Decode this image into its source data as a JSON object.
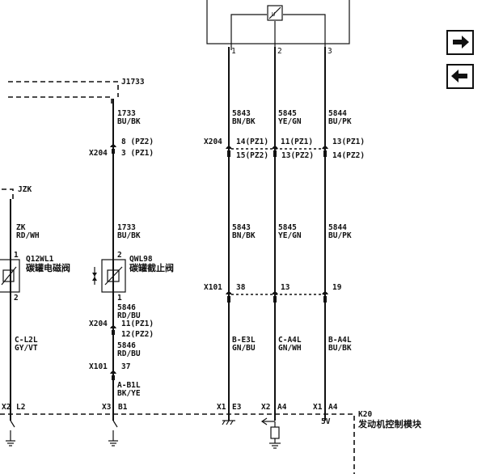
{
  "nav": {
    "forward_icon": "arrow-right-icon",
    "back_icon": "arrow-left-icon"
  },
  "top": {
    "pins": [
      "1",
      "2",
      "3"
    ],
    "wires": [
      {
        "code": "5843",
        "color": "BN/BK"
      },
      {
        "code": "5845",
        "color": "YE/GN"
      },
      {
        "code": "5844",
        "color": "BU/PK"
      }
    ],
    "x204_label": "X204",
    "x204_upper": [
      "14(PZ1)",
      "11(PZ1)",
      "13(PZ1)"
    ],
    "x204_lower": [
      "15(PZ2)",
      "13(PZ2)",
      "14(PZ2)"
    ],
    "mid_wires": [
      {
        "code": "5843",
        "color": "BN/BK"
      },
      {
        "code": "5845",
        "color": "YE/GN"
      },
      {
        "code": "5844",
        "color": "BU/PK"
      }
    ],
    "x101_label": "X101",
    "x101_pins": [
      "38",
      "13",
      "19"
    ],
    "lower_wires": [
      {
        "code": "B-E3L",
        "color": "GN/BU"
      },
      {
        "code": "C-A4L",
        "color": "GN/WH"
      },
      {
        "code": "B-A4L",
        "color": "BU/BK"
      }
    ],
    "bottom_conns": [
      {
        "conn": "X1",
        "pin": "E3"
      },
      {
        "conn": "X2",
        "pin": "A4"
      },
      {
        "conn": "X1",
        "pin": "A4"
      }
    ],
    "supply": "5V"
  },
  "left": {
    "ref_j1733": "J1733",
    "ref_jzk": "JZK",
    "wire1": {
      "code": "1733",
      "color": "BU/BK"
    },
    "x204_upper": "8 (PZ2)",
    "x204_label": "X204",
    "x204_lower": "3 (PZ1)",
    "wire2": {
      "code": "1733",
      "color": "BU/BK"
    },
    "zk_wire": {
      "code": "ZK",
      "color": "RD/WH"
    },
    "comp_q12": {
      "pin_top": "1",
      "ref": "Q12WL1",
      "name": "碳罐电磁阀",
      "pin_bot": "2"
    },
    "comp_qwl": {
      "pin_top": "2",
      "ref": "QWL98",
      "name": "碳罐截止阀",
      "pin_bot": "1"
    },
    "wire3": {
      "code": "5846",
      "color": "RD/BU"
    },
    "x204b_label": "X204",
    "x204b_upper": "11(PZ1)",
    "x204b_lower": "12(PZ2)",
    "wire4": {
      "code": "5846",
      "color": "RD/BU"
    },
    "x101_label": "X101",
    "x101_pin": "37",
    "wire5": {
      "code": "A-B1L",
      "color": "BK/YE"
    },
    "wire6": {
      "code": "C-L2L",
      "color": "GY/VT"
    },
    "bottom_left": {
      "conn": "X2",
      "pin": "L2"
    },
    "bottom_mid": {
      "conn": "X3",
      "pin": "B1"
    }
  },
  "module": {
    "ref": "K20",
    "name": "发动机控制模块"
  }
}
